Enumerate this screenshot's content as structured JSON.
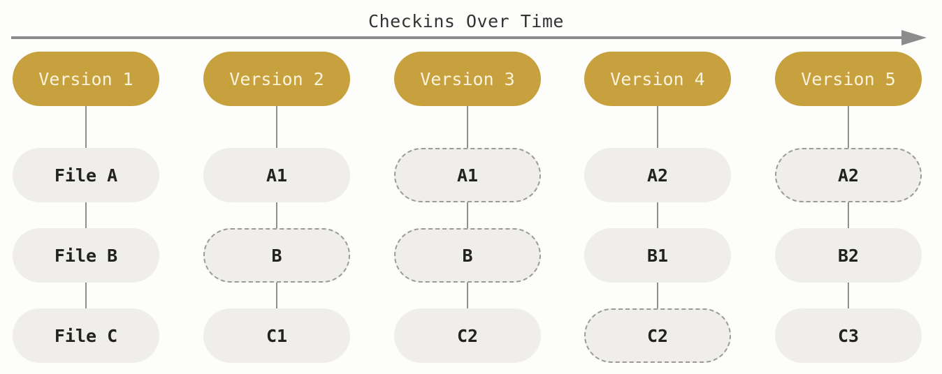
{
  "title": "Checkins Over Time",
  "colors": {
    "version": "#c7a13d",
    "file": "#efeeea",
    "arrow": "#8c8c8c"
  },
  "versions": [
    {
      "label": "Version 1",
      "files": [
        {
          "label": "File A",
          "unchanged": false
        },
        {
          "label": "File B",
          "unchanged": false
        },
        {
          "label": "File C",
          "unchanged": false
        }
      ]
    },
    {
      "label": "Version 2",
      "files": [
        {
          "label": "A1",
          "unchanged": false
        },
        {
          "label": "B",
          "unchanged": true
        },
        {
          "label": "C1",
          "unchanged": false
        }
      ]
    },
    {
      "label": "Version 3",
      "files": [
        {
          "label": "A1",
          "unchanged": true
        },
        {
          "label": "B",
          "unchanged": true
        },
        {
          "label": "C2",
          "unchanged": false
        }
      ]
    },
    {
      "label": "Version 4",
      "files": [
        {
          "label": "A2",
          "unchanged": false
        },
        {
          "label": "B1",
          "unchanged": false
        },
        {
          "label": "C2",
          "unchanged": true
        }
      ]
    },
    {
      "label": "Version 5",
      "files": [
        {
          "label": "A2",
          "unchanged": true
        },
        {
          "label": "B2",
          "unchanged": false
        },
        {
          "label": "C3",
          "unchanged": false
        }
      ]
    }
  ]
}
